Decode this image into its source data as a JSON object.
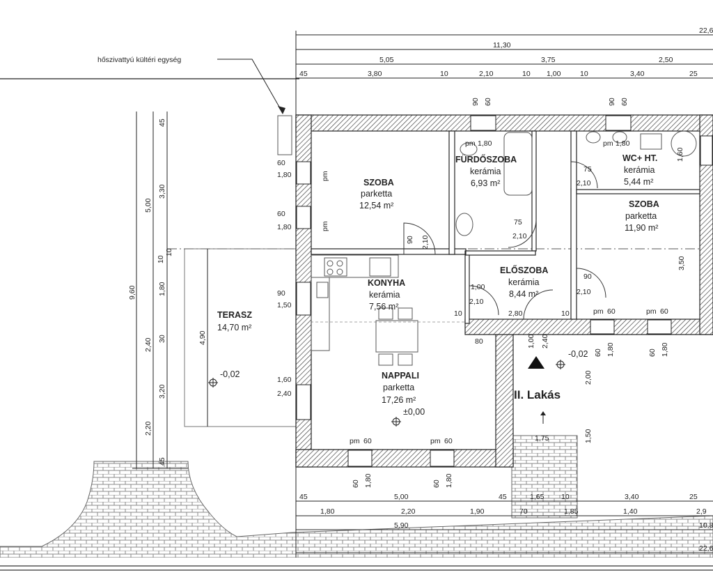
{
  "annotation": {
    "heat_pump": "hőszivattyú kültéri egység"
  },
  "unit_label": "II. Lakás",
  "rooms": [
    {
      "name": "SZOBA",
      "material": "parketta",
      "area": "12,54 m²"
    },
    {
      "name": "FÜRDŐSZOBA",
      "material": "kerámia",
      "area": "6,93 m²"
    },
    {
      "name": "WC+ HT.",
      "material": "kerámia",
      "area": "5,44 m²"
    },
    {
      "name": "SZOBA",
      "material": "parketta",
      "area": "11,90 m²"
    },
    {
      "name": "KONYHA",
      "material": "kerámia",
      "area": "7,56 m²"
    },
    {
      "name": "ELŐSZOBA",
      "material": "kerámia",
      "area": "8,44 m²"
    },
    {
      "name": "NAPPALI",
      "material": "parketta",
      "area": "17,26 m²"
    },
    {
      "name": "TERASZ",
      "material": "",
      "area": "14,70 m²"
    }
  ],
  "levels": {
    "nappali": "±0,00",
    "terasz": "-0,02",
    "entry": "-0,02"
  },
  "dims_top": {
    "r1": "22,6",
    "r2": "11,30",
    "r3": [
      "5,05",
      "3,75",
      "2,50"
    ],
    "r4": [
      "45",
      "3,80",
      "10",
      "2,10",
      "10",
      "1,00",
      "10",
      "3,40",
      "25"
    ]
  },
  "dims_bottom": {
    "r1": [
      "45",
      "5,00",
      "45",
      "1,65",
      "10",
      "3,40",
      "25"
    ],
    "r2": [
      "1,80",
      "2,20",
      "1,90",
      "70",
      "1,85",
      "1,40",
      "2,9"
    ],
    "r3": [
      "5,90",
      "10,8"
    ],
    "r4": "22,6"
  },
  "dims_left": {
    "total": "9,60",
    "a": [
      "5,00",
      "10",
      "4,90"
    ],
    "b": [
      "45",
      "3,30",
      "10",
      "1,80",
      "30",
      "3,20",
      "45"
    ],
    "c": [
      "2,40",
      "2,20"
    ]
  },
  "windows": [
    {
      "w": "60",
      "h": "1,80"
    },
    {
      "w": "60",
      "h": "1,80"
    },
    {
      "w": "90",
      "h": "1,50"
    },
    {
      "w": "1,60",
      "h": "2,40"
    }
  ],
  "misc_labels": {
    "pm": "pm",
    "pm60": "60",
    "pm180": "1,80",
    "d90": "90",
    "d60": "60",
    "d75": "75",
    "d210": "2,10",
    "d100": "1,00",
    "d240": "2,40",
    "d280": "2,80",
    "d80": "80",
    "d175": "1,75",
    "d350": "3,50",
    "d200": "2,00",
    "d150": "1,50",
    "d160": "1,60",
    "d10": "10",
    "d45": "45",
    "d30": "30"
  }
}
